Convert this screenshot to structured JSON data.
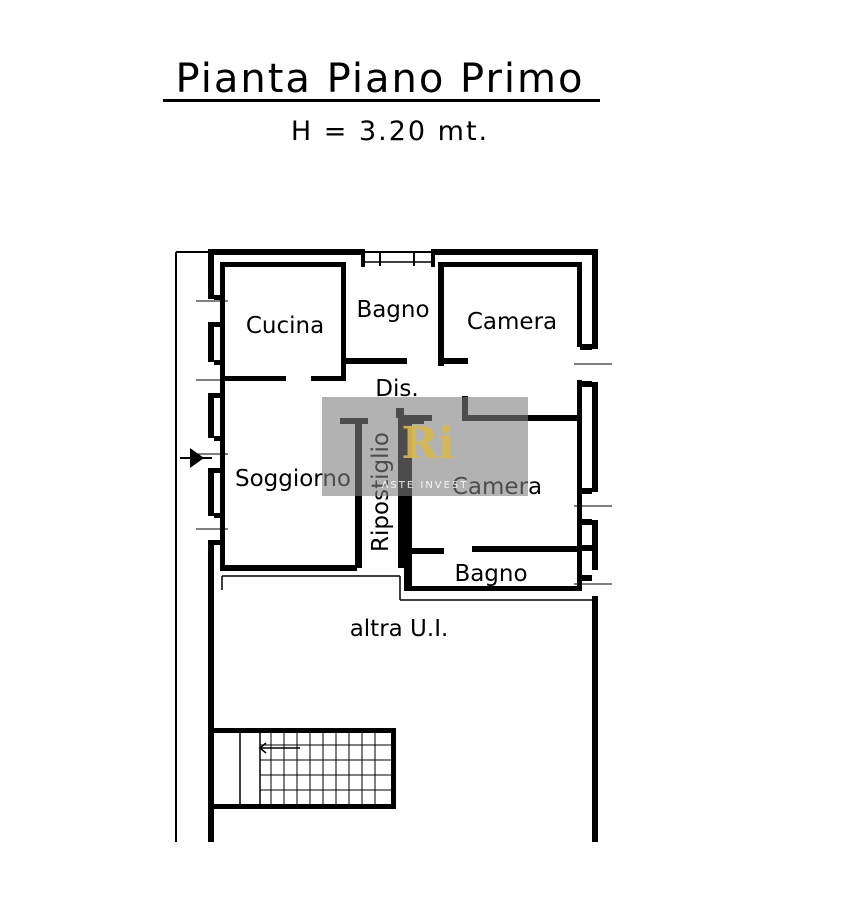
{
  "title": "Pianta Piano Primo",
  "subtitle": "H = 3.20 mt.",
  "rooms": {
    "cucina": "Cucina",
    "bagno_top": "Bagno",
    "camera_top": "Camera",
    "dis": "Dis.",
    "soggiorno": "Soggiorno",
    "ripostiglio": "Ripostiglio",
    "camera_bottom": "Camera",
    "bagno_bottom": "Bagno",
    "altra_ui": "altra U.I."
  },
  "watermark": {
    "logo": "Ri",
    "text": "ASTE INVEST"
  },
  "colors": {
    "walls": "#000000",
    "background": "#ffffff",
    "watermark_bg": "#7f7f7f",
    "watermark_logo": "#d9b84a"
  }
}
